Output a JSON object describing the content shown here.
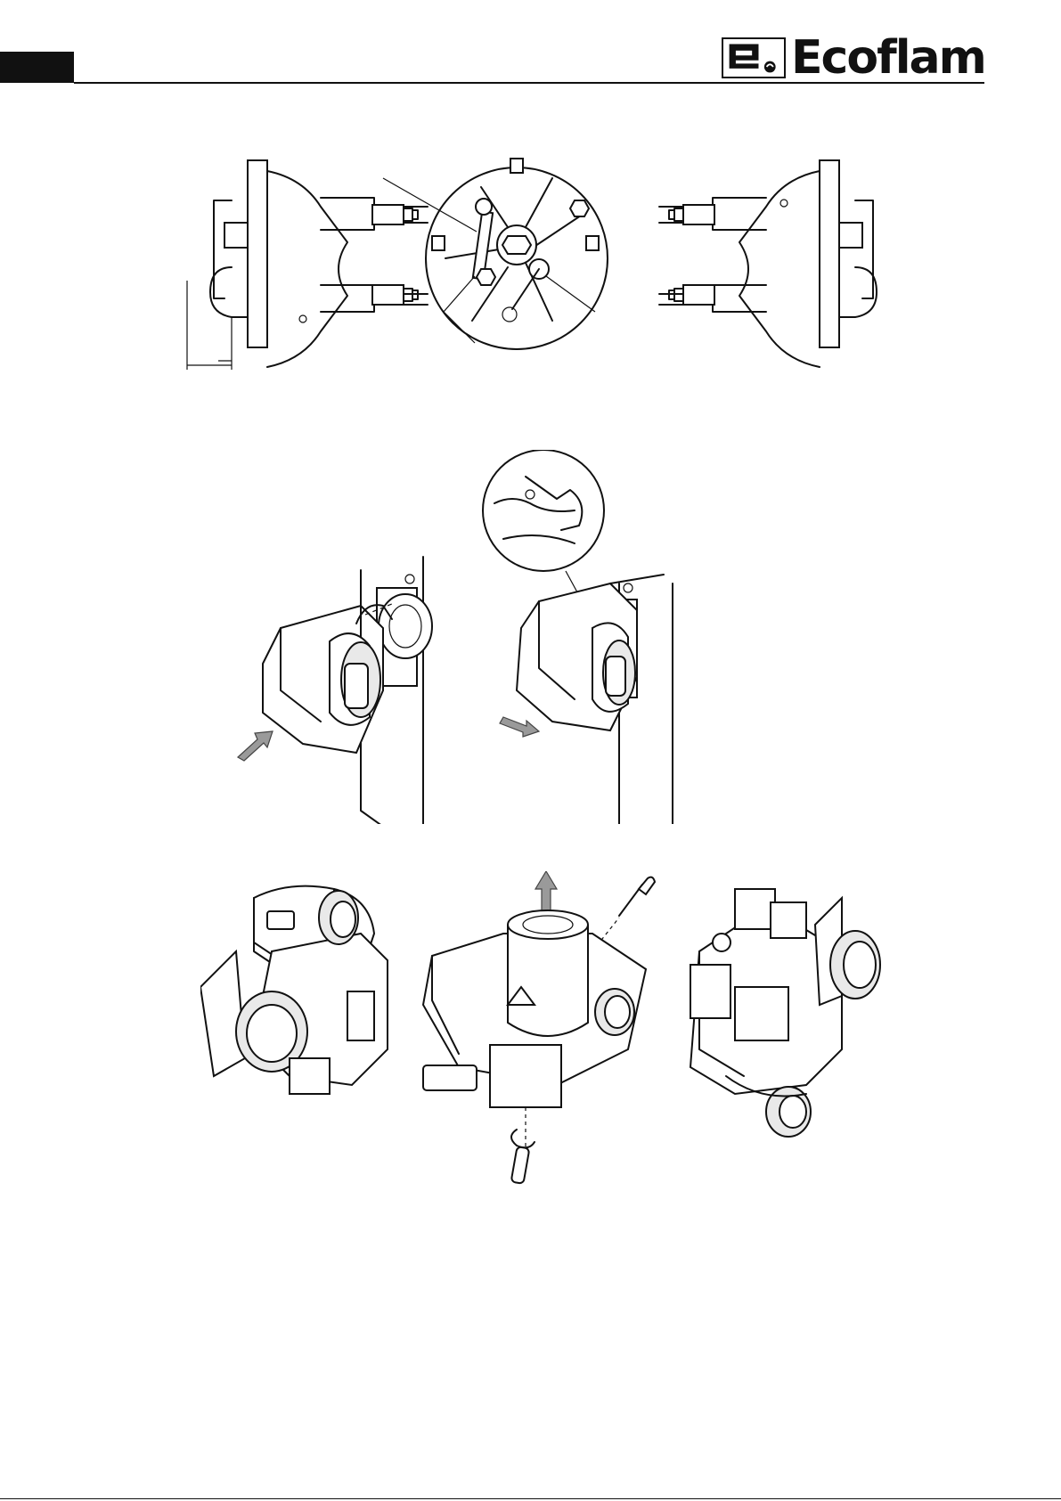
{
  "header": {
    "brand": {
      "name": "Ecoflam",
      "logo_icon": "ecoflam-e-logo-icon"
    }
  },
  "figures": [
    {
      "id": "electrode-positioning",
      "icon": "electrode-diagram-icon"
    },
    {
      "id": "burner-mounting",
      "icon": "burner-mounting-icon"
    },
    {
      "id": "burner-maintenance",
      "icon": "burner-maintenance-icon"
    }
  ],
  "colors": {
    "ink": "#111111",
    "arrow": "#9a9a9a",
    "paper": "#ffffff"
  }
}
